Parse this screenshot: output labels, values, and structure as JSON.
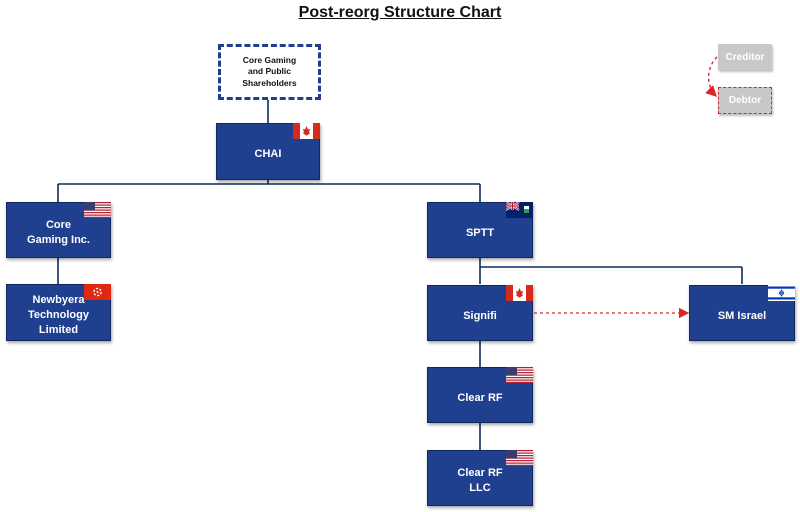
{
  "title": "Post-reorg Structure Chart",
  "top_entity": "Core Gaming\nand Public\nShareholders",
  "entities": {
    "chai": "CHAI",
    "core_gaming": "Core\nGaming Inc.",
    "newbyera": "Newbyera\nTechnology\nLimited",
    "sptt": "SPTT",
    "signifi": "Signifi",
    "sm_israel": "SM Israel",
    "clear_rf": "Clear RF",
    "clear_rf_llc": "Clear RF\nLLC"
  },
  "flags": {
    "chai": "canada-flag-icon",
    "core_gaming": "usa-flag-icon",
    "newbyera": "hong-kong-flag-icon",
    "sptt": "cayman-islands-flag-icon",
    "signifi": "canada-flag-icon",
    "sm_israel": "israel-flag-icon",
    "clear_rf": "usa-flag-icon",
    "clear_rf_llc": "usa-flag-icon"
  },
  "legend": {
    "creditor": "Creditor",
    "debtor": "Debtor"
  },
  "colors": {
    "box_fill": "#1f3f8f",
    "line": "#0d2a5c",
    "creditor_arrow": "#d9262b",
    "legend_fill": "#c8c8c8"
  }
}
